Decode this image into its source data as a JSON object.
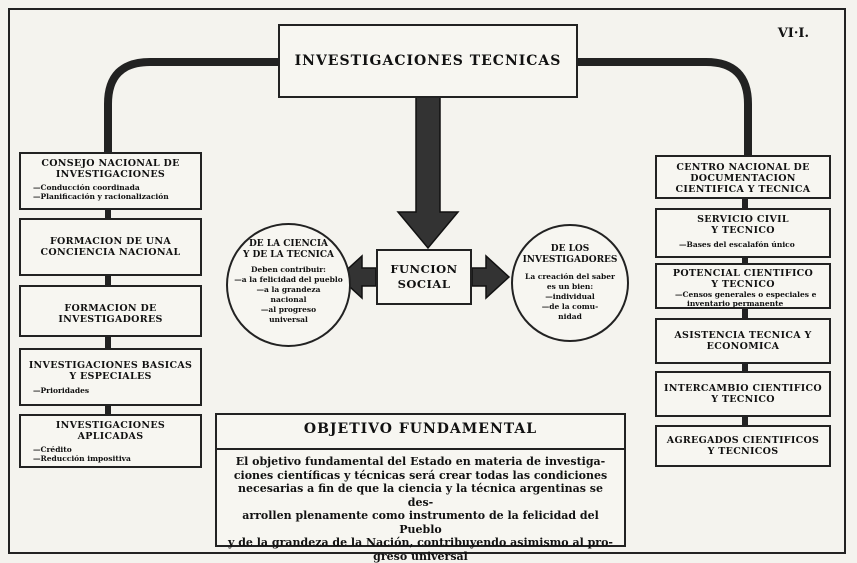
{
  "page_number": "VI·I.",
  "main_title": "INVESTIGACIONES TECNICAS",
  "funcion_social": [
    "FUNCION",
    "SOCIAL"
  ],
  "left_boxes": [
    {
      "title": [
        "CONSEJO NACIONAL DE",
        "INVESTIGACIONES"
      ],
      "items": [
        "—Conducción coordinada",
        "—Planificación y racionalización"
      ]
    },
    {
      "title": [
        "FORMACION DE UNA",
        "CONCIENCIA NACIONAL"
      ],
      "items": []
    },
    {
      "title": [
        "FORMACION DE",
        "INVESTIGADORES"
      ],
      "items": []
    },
    {
      "title": [
        "INVESTIGACIONES BASICAS",
        "Y ESPECIALES"
      ],
      "items": [
        "—Prioridades"
      ]
    },
    {
      "title": [
        "INVESTIGACIONES",
        "APLICADAS"
      ],
      "items": [
        "—Crédito",
        "—Reducción impositiva"
      ]
    }
  ],
  "right_boxes": [
    {
      "title": [
        "CENTRO NACIONAL DE",
        "DOCUMENTACION",
        "CIENTIFICA Y TECNICA"
      ],
      "items": []
    },
    {
      "title": [
        "SERVICIO CIVIL",
        "Y TECNICO"
      ],
      "items": [
        "—Bases del escalafón único"
      ]
    },
    {
      "title": [
        "POTENCIAL CIENTIFICO",
        "Y TECNICO"
      ],
      "items": [
        "—Censos generales o especiales e",
        "inventario permanente"
      ]
    },
    {
      "title": [
        "ASISTENCIA TECNICA Y",
        "ECONOMICA"
      ],
      "items": []
    },
    {
      "title": [
        "INTERCAMBIO CIENTIFICO",
        "Y TECNICO"
      ],
      "items": []
    },
    {
      "title": [
        "AGREGADOS CIENTIFICOS",
        "Y TECNICOS"
      ],
      "items": []
    }
  ],
  "left_circle": {
    "title": [
      "DE LA CIENCIA",
      "Y DE LA TECNICA"
    ],
    "lines": [
      "Deben contribuir:",
      "—a la felicidad del pueblo",
      "—a la grandeza",
      "nacional",
      "—al progreso",
      "universal"
    ]
  },
  "right_circle": {
    "title": [
      "DE LOS",
      "INVESTIGADORES"
    ],
    "lines": [
      "La creación del saber",
      "es un bien:",
      "—individual",
      "—de la comu-",
      "nidad"
    ]
  },
  "objetivo": {
    "title": "OBJETIVO FUNDAMENTAL",
    "lines": [
      "El objetivo fundamental del Estado en materia de investiga-",
      "ciones científicas y técnicas será crear todas las condiciones",
      "necesarias a fin de que la ciencia y la técnica argentinas se des-",
      "arrollen plenamente como instrumento de la felicidad del Pueblo",
      "y de la grandeza de la Nación, contribuyendo asimismo al pro-",
      "greso universal"
    ]
  }
}
